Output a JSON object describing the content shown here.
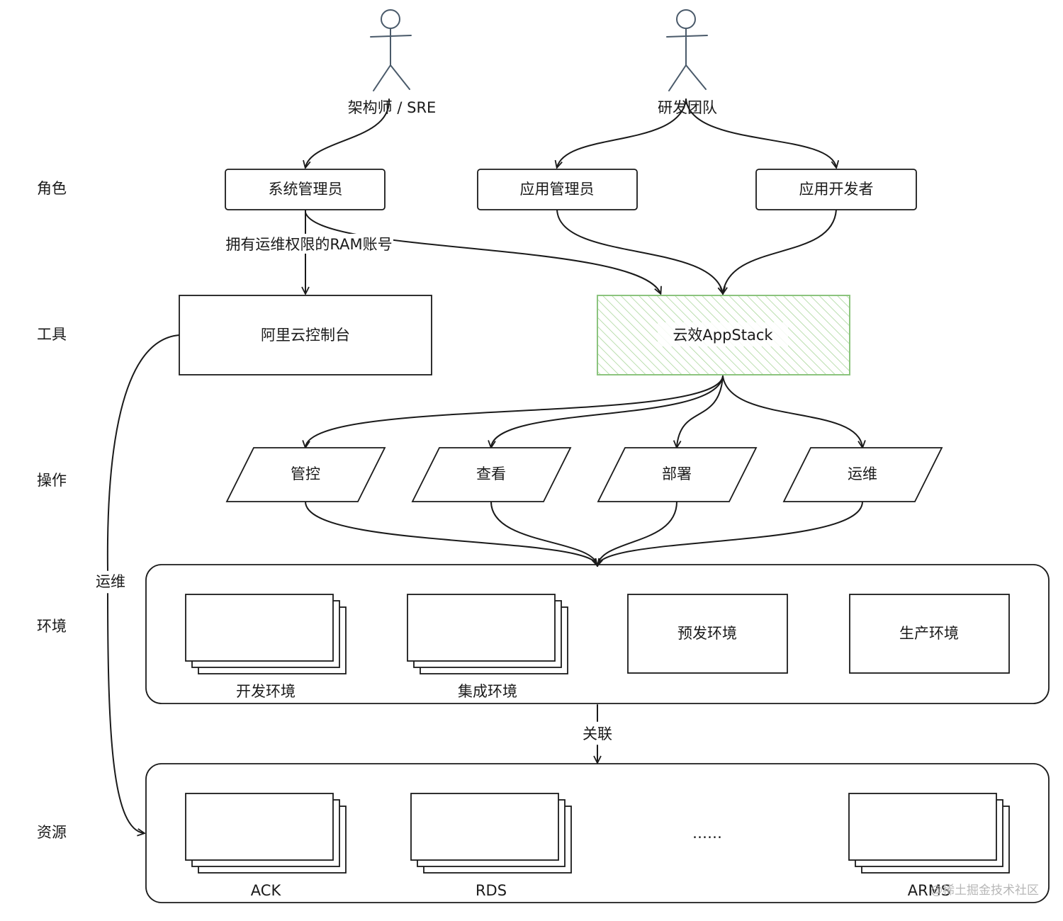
{
  "actors": {
    "architect": "架构师 / SRE",
    "dev_team": "研发团队"
  },
  "row_labels": {
    "roles": "角色",
    "tools": "工具",
    "operations": "操作",
    "environments": "环境",
    "resources": "资源"
  },
  "roles": {
    "sys_admin": "系统管理员",
    "app_admin": "应用管理员",
    "app_dev": "应用开发者"
  },
  "edge_labels": {
    "ram_account": "拥有运维权限的RAM账号",
    "ops_side": "运维",
    "relation": "关联"
  },
  "tools": {
    "aliyun_console": "阿里云控制台",
    "appstack": "云效AppStack"
  },
  "operations": {
    "control": "管控",
    "view": "查看",
    "deploy": "部署",
    "ops": "运维"
  },
  "environments": {
    "dev": "开发环境",
    "integration": "集成环境",
    "staging": "预发环境",
    "production": "生产环境"
  },
  "resources": {
    "ack": "ACK",
    "rds": "RDS",
    "ellipsis": "……",
    "arms": "ARMS"
  },
  "watermark": "@稀土掘金技术社区",
  "colors": {
    "stroke": "#1a1a1a",
    "appstack_green": "#8cc47e",
    "person": "#4a5a6a"
  }
}
